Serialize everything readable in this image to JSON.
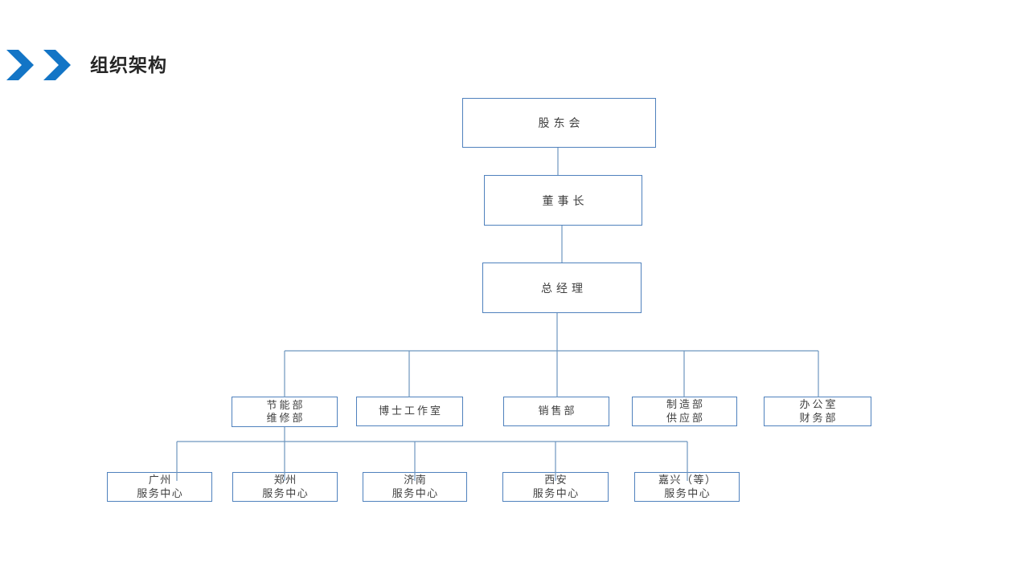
{
  "header": {
    "title": "组织架构",
    "chevron_icon_color": "#1375C6"
  },
  "chart": {
    "type": "org-chart",
    "box_border_color": "#4F81BD",
    "connector_color": "#6E96BF",
    "text_color": "#3f3f3f",
    "nodes": [
      {
        "name": "shareholders-meeting",
        "lines": [
          "股东会"
        ]
      },
      {
        "name": "chairman",
        "lines": [
          "董事长"
        ]
      },
      {
        "name": "general-manager",
        "lines": [
          "总经理"
        ]
      },
      {
        "name": "energy-maintenance-dept",
        "lines": [
          "节能部",
          "维修部"
        ]
      },
      {
        "name": "doctor-studio",
        "lines": [
          "博士工作室"
        ]
      },
      {
        "name": "sales-dept",
        "lines": [
          "销售部"
        ]
      },
      {
        "name": "manufacturing-supply-dept",
        "lines": [
          "制造部",
          "供应部"
        ]
      },
      {
        "name": "office-finance-dept",
        "lines": [
          "办公室",
          "财务部"
        ]
      },
      {
        "name": "guangzhou-service-center",
        "lines": [
          "广州",
          "服务中心"
        ]
      },
      {
        "name": "zhengzhou-service-center",
        "lines": [
          "郑州",
          "服务中心"
        ]
      },
      {
        "name": "jinan-service-center",
        "lines": [
          "济南",
          "服务中心"
        ]
      },
      {
        "name": "xian-service-center",
        "lines": [
          "西安",
          "服务中心"
        ]
      },
      {
        "name": "jiaxing-service-center",
        "lines": [
          "嘉兴（等）",
          "服务中心"
        ]
      }
    ],
    "hierarchy": [
      "股东会 → 董事长 → 总经理",
      "总经理 → 节能部维修部 / 博士工作室 / 销售部 / 制造部供应部 / 办公室财务部",
      "节能部维修部 → 广州/郑州/济南/西安/嘉兴（等）服务中心"
    ]
  }
}
